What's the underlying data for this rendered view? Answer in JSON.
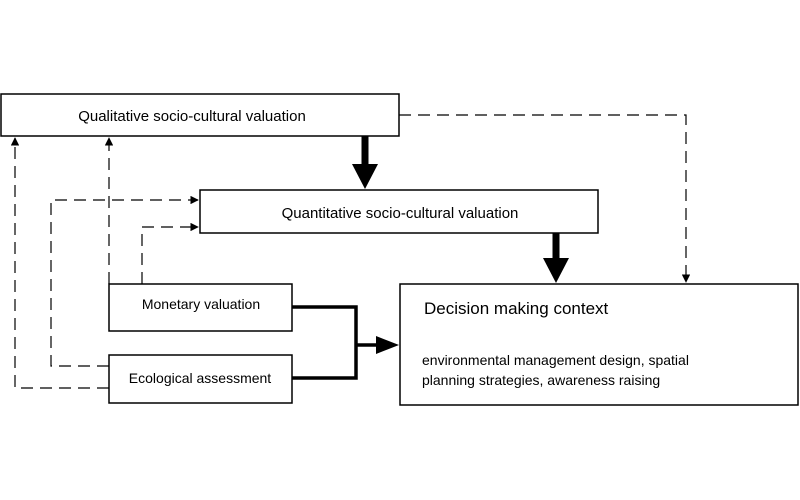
{
  "boxes": {
    "qualitative": "Qualitative socio-cultural valuation",
    "quantitative": "Quantitative socio-cultural valuation",
    "monetary": "Monetary valuation",
    "ecological": "Ecological assessment",
    "decision_title": "Decision making context",
    "decision_line1": "environmental management design, spatial",
    "decision_line2": "planning strategies, awareness raising"
  },
  "colors": {
    "stroke": "#000000",
    "background": "#ffffff"
  }
}
